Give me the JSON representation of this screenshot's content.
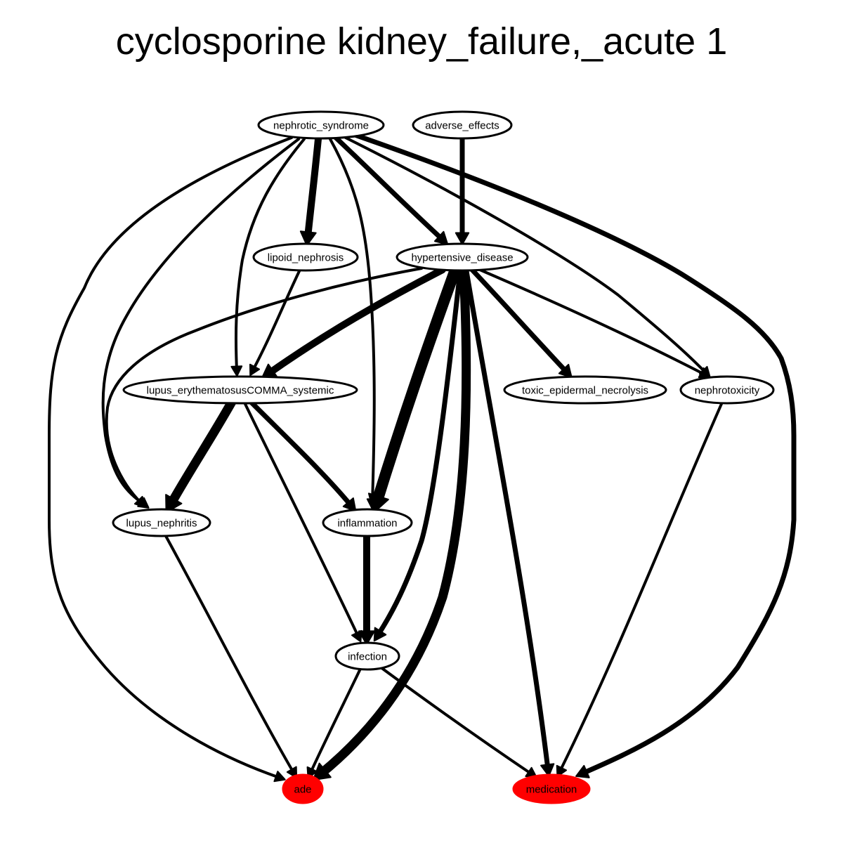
{
  "title": "cyclosporine kidney_failure,_acute 1",
  "colors": {
    "highlight": "#ff0000",
    "node_fill": "#ffffff",
    "stroke": "#000000"
  },
  "nodes": [
    {
      "id": "nephrotic_syndrome",
      "label": "nephrotic_syndrome",
      "highlight": false
    },
    {
      "id": "adverse_effects",
      "label": "adverse_effects",
      "highlight": false
    },
    {
      "id": "lipoid_nephrosis",
      "label": "lipoid_nephrosis",
      "highlight": false
    },
    {
      "id": "hypertensive_disease",
      "label": "hypertensive_disease",
      "highlight": false
    },
    {
      "id": "lupus_erythematosusCOMMA_systemic",
      "label": "lupus_erythematosusCOMMA_systemic",
      "highlight": false
    },
    {
      "id": "toxic_epidermal_necrolysis",
      "label": "toxic_epidermal_necrolysis",
      "highlight": false
    },
    {
      "id": "nephrotoxicity",
      "label": "nephrotoxicity",
      "highlight": false
    },
    {
      "id": "lupus_nephritis",
      "label": "lupus_nephritis",
      "highlight": false
    },
    {
      "id": "inflammation",
      "label": "inflammation",
      "highlight": false
    },
    {
      "id": "infection",
      "label": "infection",
      "highlight": false
    },
    {
      "id": "ade",
      "label": "ade",
      "highlight": true
    },
    {
      "id": "medication",
      "label": "medication",
      "highlight": true
    }
  ],
  "edges": [
    {
      "from": "nephrotic_syndrome",
      "to": "ade",
      "weight": 1
    },
    {
      "from": "nephrotic_syndrome",
      "to": "lupus_nephritis",
      "weight": 1
    },
    {
      "from": "nephrotic_syndrome",
      "to": "lupus_erythematosusCOMMA_systemic",
      "weight": 1
    },
    {
      "from": "nephrotic_syndrome",
      "to": "lipoid_nephrosis",
      "weight": 3
    },
    {
      "from": "nephrotic_syndrome",
      "to": "inflammation",
      "weight": 1
    },
    {
      "from": "nephrotic_syndrome",
      "to": "hypertensive_disease",
      "weight": 2
    },
    {
      "from": "nephrotic_syndrome",
      "to": "nephrotoxicity",
      "weight": 1
    },
    {
      "from": "nephrotic_syndrome",
      "to": "medication",
      "weight": 2
    },
    {
      "from": "adverse_effects",
      "to": "hypertensive_disease",
      "weight": 2
    },
    {
      "from": "lipoid_nephrosis",
      "to": "lupus_erythematosusCOMMA_systemic",
      "weight": 1
    },
    {
      "from": "hypertensive_disease",
      "to": "lupus_nephritis",
      "weight": 1
    },
    {
      "from": "hypertensive_disease",
      "to": "lupus_erythematosusCOMMA_systemic",
      "weight": 3
    },
    {
      "from": "hypertensive_disease",
      "to": "inflammation",
      "weight": 5
    },
    {
      "from": "hypertensive_disease",
      "to": "toxic_epidermal_necrolysis",
      "weight": 2
    },
    {
      "from": "hypertensive_disease",
      "to": "nephrotoxicity",
      "weight": 1
    },
    {
      "from": "hypertensive_disease",
      "to": "infection",
      "weight": 2
    },
    {
      "from": "hypertensive_disease",
      "to": "ade",
      "weight": 4
    },
    {
      "from": "hypertensive_disease",
      "to": "medication",
      "weight": 2
    },
    {
      "from": "lupus_erythematosusCOMMA_systemic",
      "to": "lupus_nephritis",
      "weight": 4
    },
    {
      "from": "lupus_erythematosusCOMMA_systemic",
      "to": "inflammation",
      "weight": 2
    },
    {
      "from": "lupus_erythematosusCOMMA_systemic",
      "to": "infection",
      "weight": 1
    },
    {
      "from": "lupus_nephritis",
      "to": "ade",
      "weight": 1
    },
    {
      "from": "inflammation",
      "to": "infection",
      "weight": 3
    },
    {
      "from": "infection",
      "to": "ade",
      "weight": 1
    },
    {
      "from": "infection",
      "to": "medication",
      "weight": 1
    },
    {
      "from": "nephrotoxicity",
      "to": "medication",
      "weight": 1
    }
  ]
}
